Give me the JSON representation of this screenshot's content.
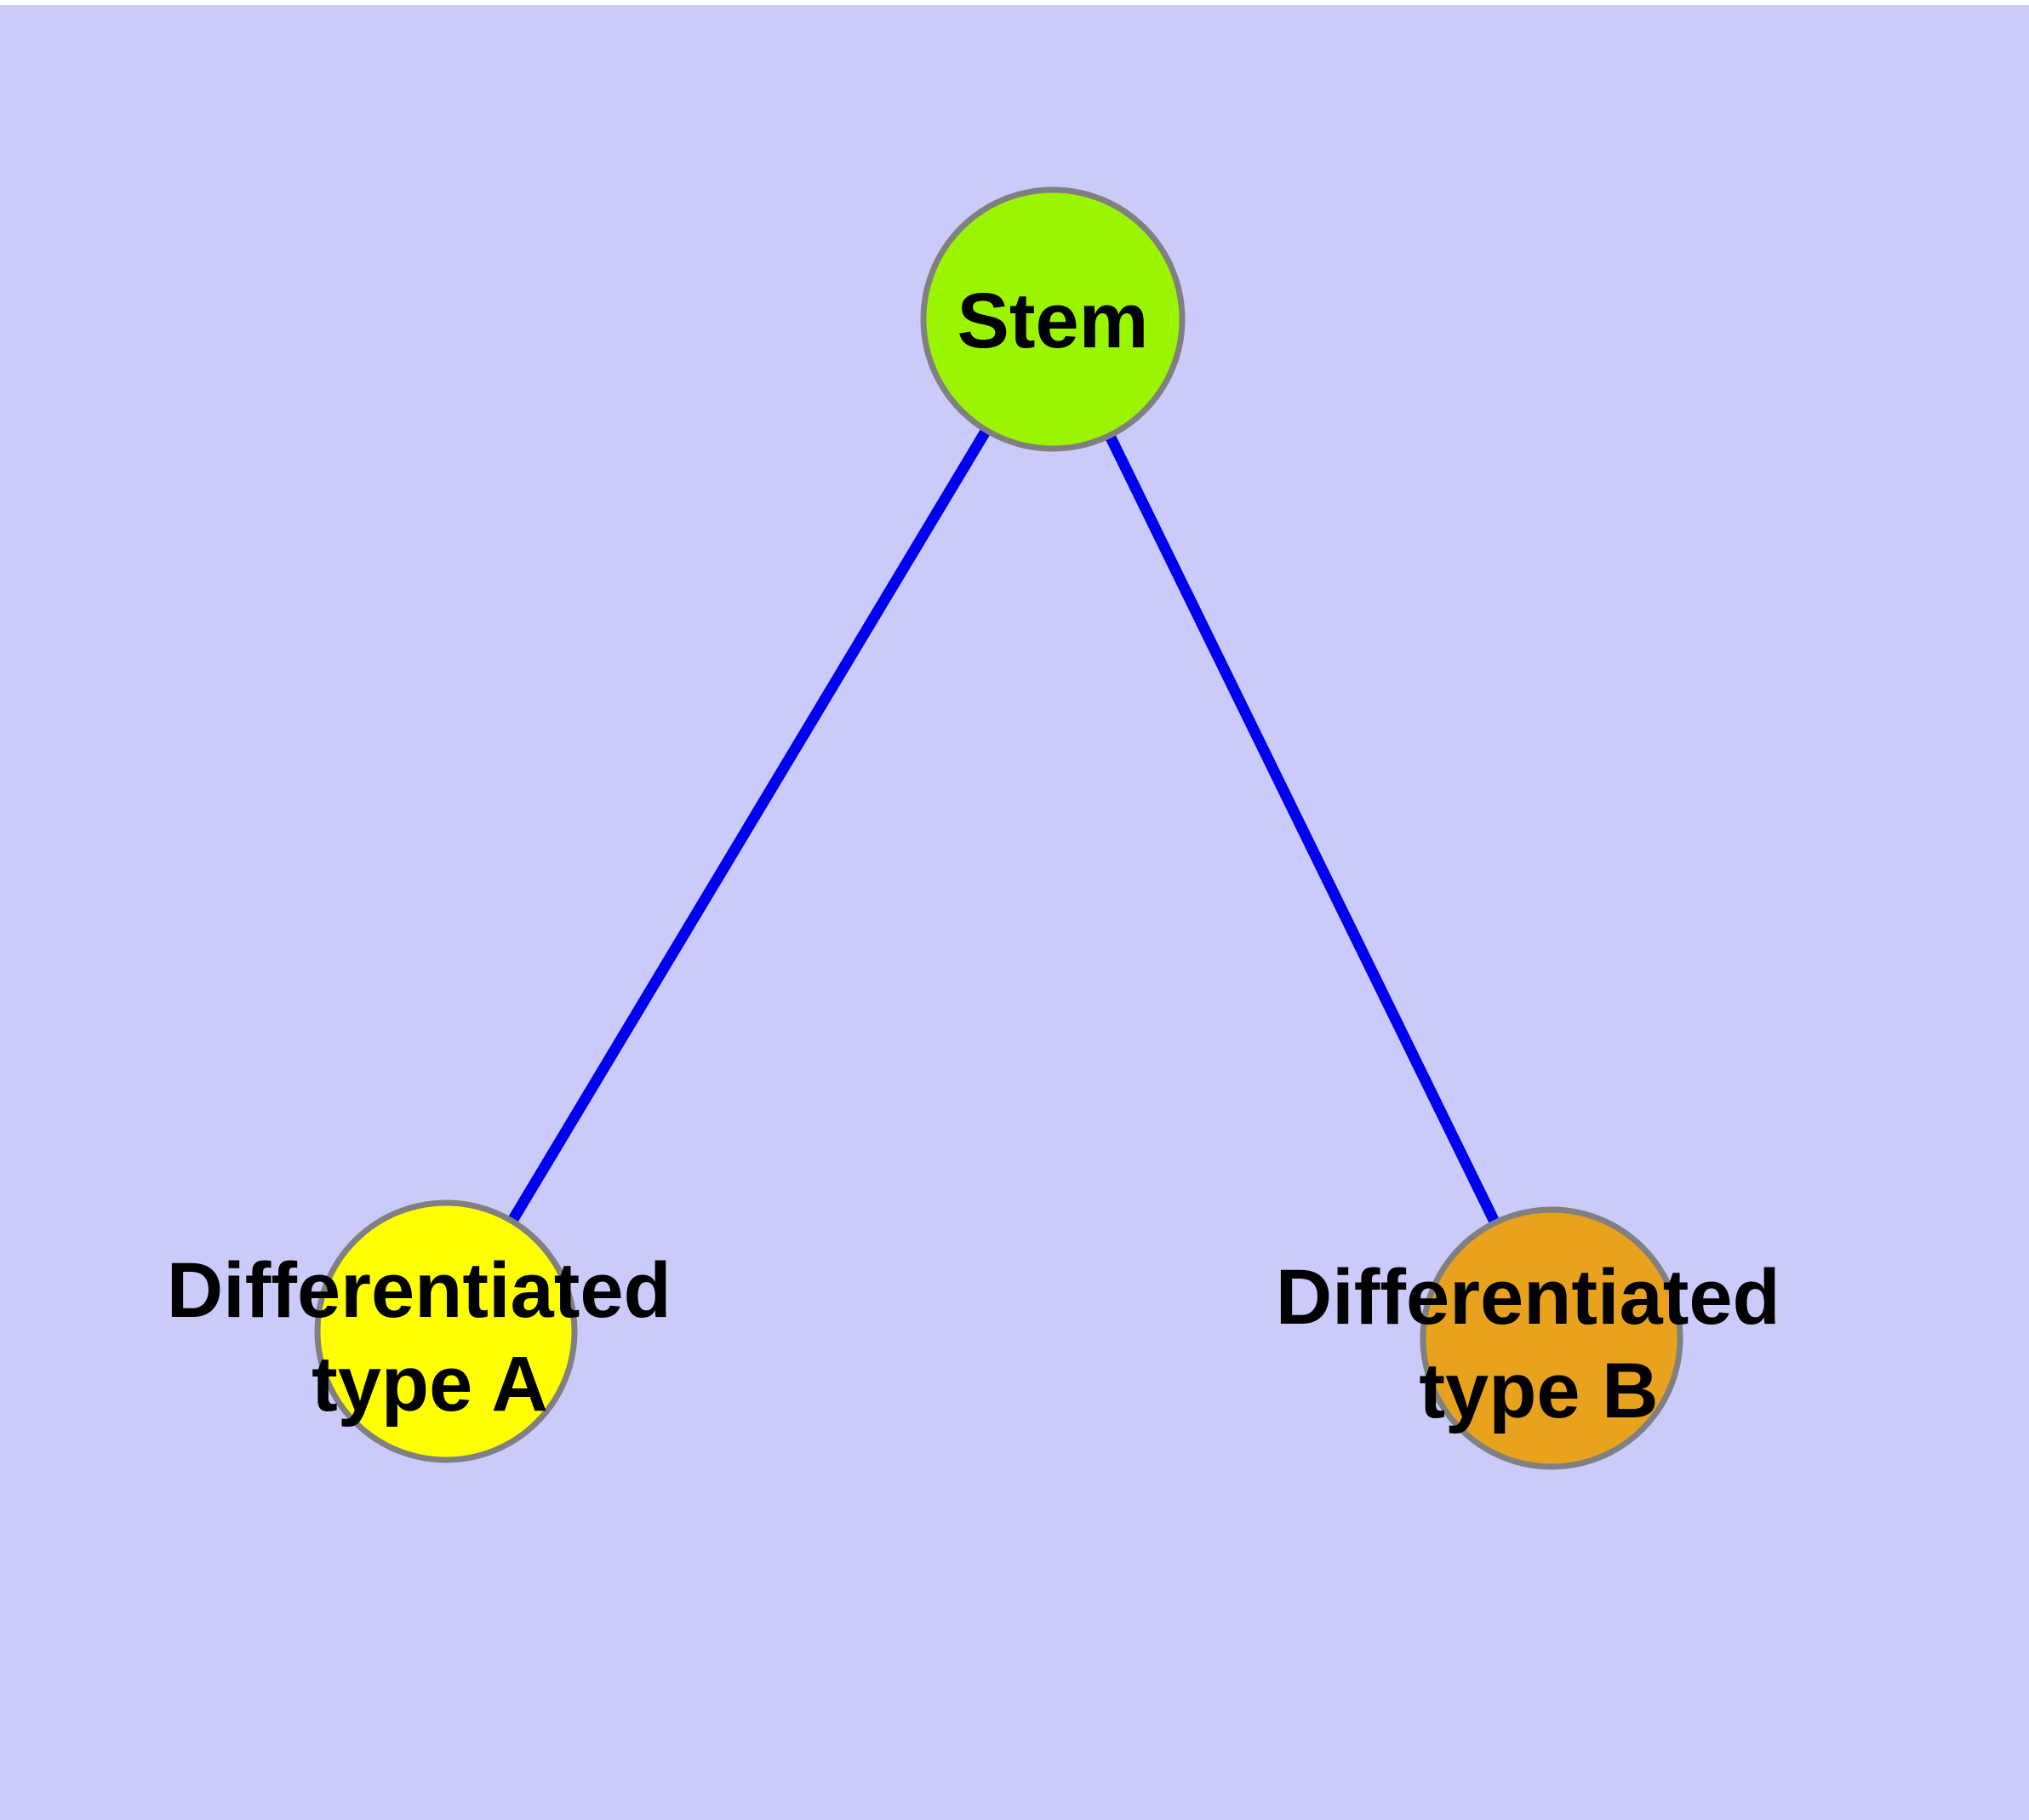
{
  "diagram": {
    "background_color": "#CBCBFB",
    "margin_color": "#FFFFFF",
    "edge_color": "#0000EE",
    "node_border_color": "#808080",
    "label_color": "#000000",
    "nodes": [
      {
        "id": "stem",
        "label": "Stem",
        "fill_color": "#9BF500"
      },
      {
        "id": "differentiated-type-a",
        "label_line1": "Differentiated",
        "label_line2": "type A",
        "fill_color": "#FFFF00"
      },
      {
        "id": "differentiated-type-b",
        "label_line1": "Differentiated",
        "label_line2": "type B",
        "fill_color": "#E8A21E"
      }
    ],
    "edges": [
      {
        "from": "stem",
        "to": "differentiated-type-a"
      },
      {
        "from": "stem",
        "to": "differentiated-type-b"
      }
    ]
  }
}
